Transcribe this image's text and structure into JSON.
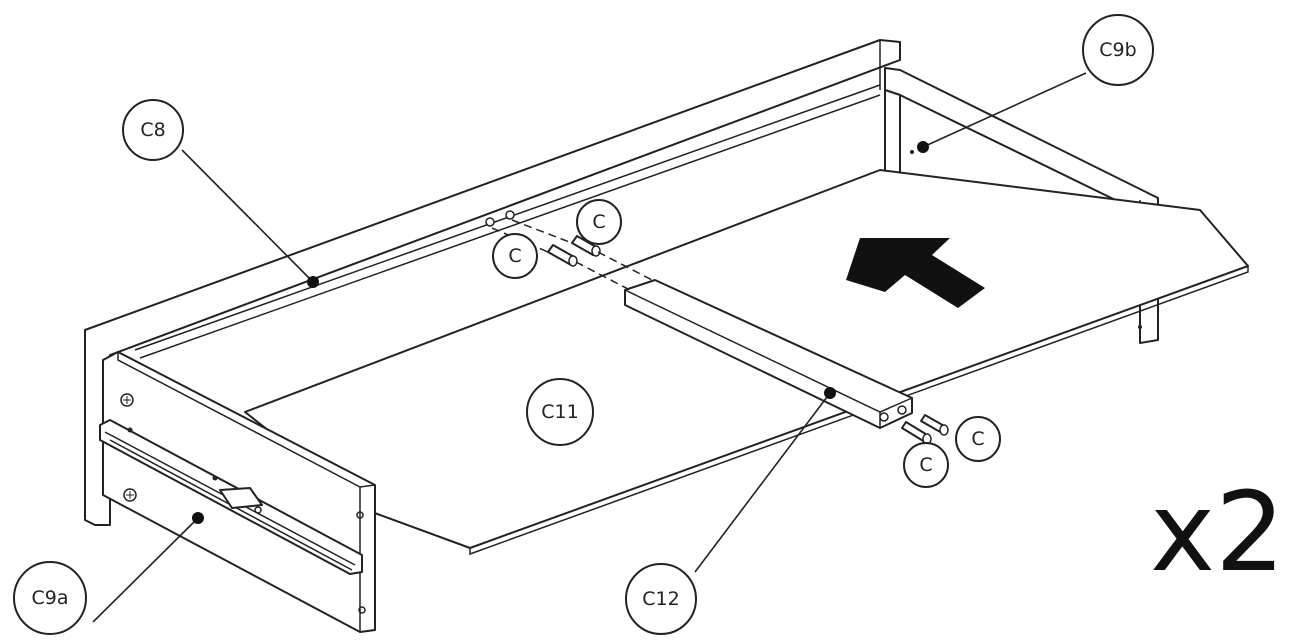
{
  "labels": {
    "c8": "C8",
    "c9a": "C9a",
    "c9b": "C9b",
    "c11": "C11",
    "c12": "C12",
    "c": "C"
  },
  "multiplier": "x2",
  "colors": {
    "line": "#222222",
    "fill": "#ffffff",
    "arrow": "#111111"
  },
  "arrow_direction": "toward back panel (up-left)"
}
